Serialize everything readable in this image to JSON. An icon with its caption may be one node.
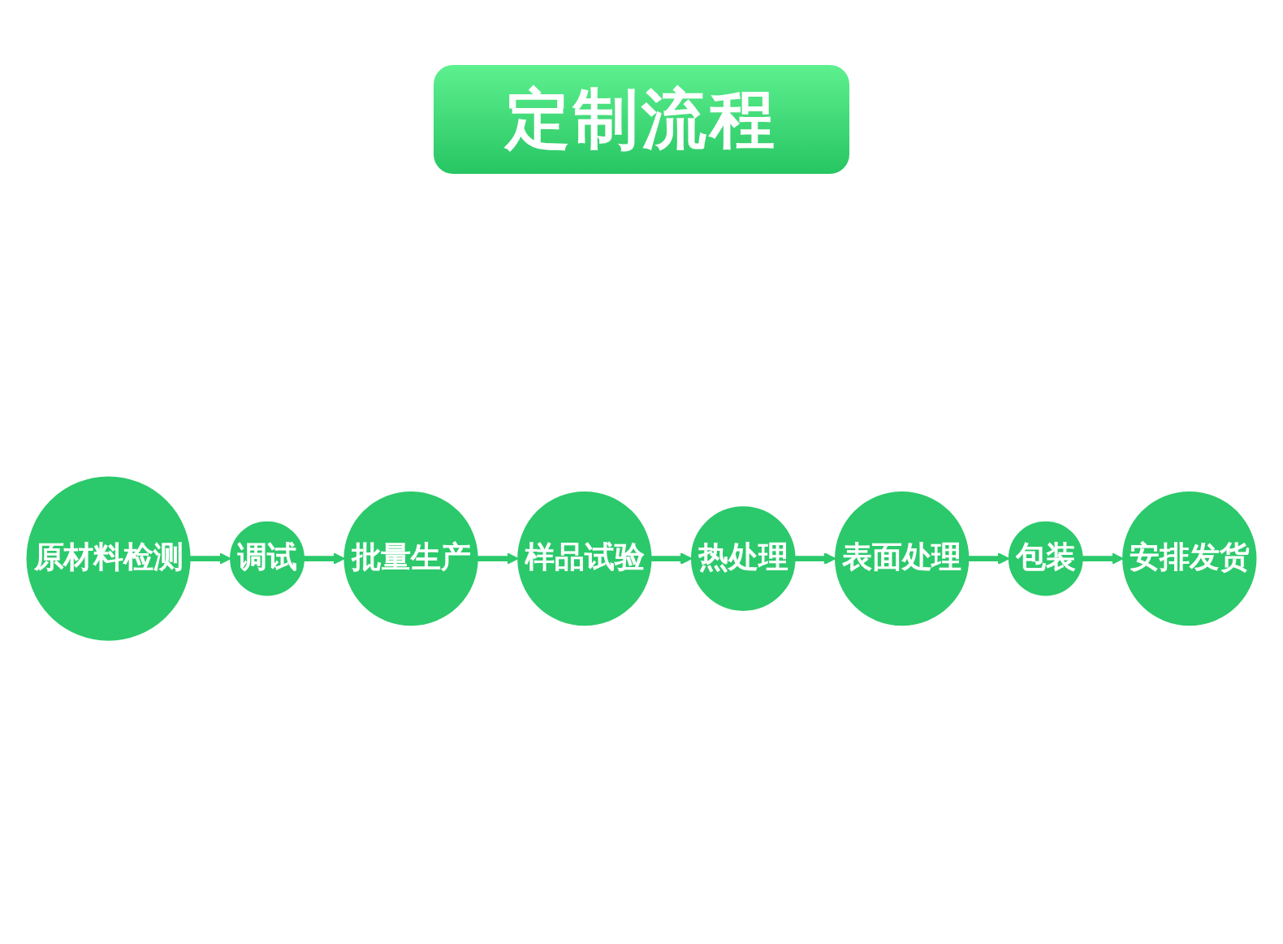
{
  "diagram": {
    "title": "定制流程",
    "nodes": [
      {
        "text": [
          "原材料检测"
        ]
      },
      {
        "text": [
          "调试"
        ]
      },
      {
        "text": [
          "批量生产"
        ]
      },
      {
        "text": [
          "样品试验"
        ]
      },
      {
        "text": [
          "安排发货"
        ]
      },
      {
        "text": [
          "包装"
        ]
      },
      {
        "text": [
          "表面处理"
        ]
      },
      {
        "text": [
          "热处理"
        ]
      }
    ],
    "edges": [
      {
        "from": 0,
        "to": 1,
        "arrow": "to"
      },
      {
        "from": 1,
        "to": 2,
        "arrow": "to"
      },
      {
        "from": 2,
        "to": 3,
        "arrow": "to"
      },
      {
        "from": 3,
        "to": 7,
        "arrow": "to"
      },
      {
        "from": 7,
        "to": 6,
        "arrow": "to"
      },
      {
        "from": 6,
        "to": 5,
        "arrow": "to"
      },
      {
        "from": 5,
        "to": 4,
        "arrow": "to"
      }
    ]
  }
}
